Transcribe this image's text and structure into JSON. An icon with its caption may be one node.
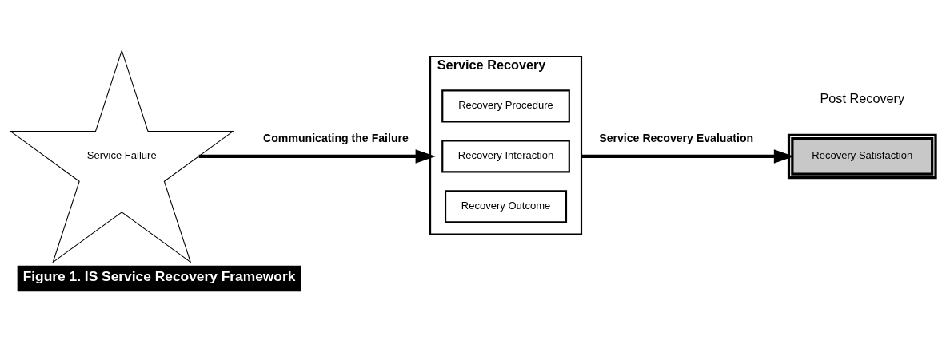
{
  "diagram": {
    "caption": "Figure 1. IS Service Recovery Framework",
    "nodes": [
      {
        "text": [
          "Service Failure"
        ]
      },
      {
        "text": [
          "Service Recovery"
        ]
      },
      {
        "text": [
          "Recovery Procedure"
        ],
        "in": 1
      },
      {
        "text": [
          "Recovery Interaction"
        ],
        "in": 1
      },
      {
        "text": [
          "Recovery Outcome"
        ],
        "in": 1
      },
      {
        "text": [
          "Recovery Satisfaction"
        ]
      }
    ],
    "edges": [
      {
        "from": 0,
        "to": 1,
        "arrow": "to",
        "label": "Communicating the Failure"
      },
      {
        "from": 1,
        "to": 5,
        "arrow": "to",
        "label": "Service Recovery Evaluation"
      }
    ],
    "labels": [
      "Post Recovery"
    ]
  }
}
